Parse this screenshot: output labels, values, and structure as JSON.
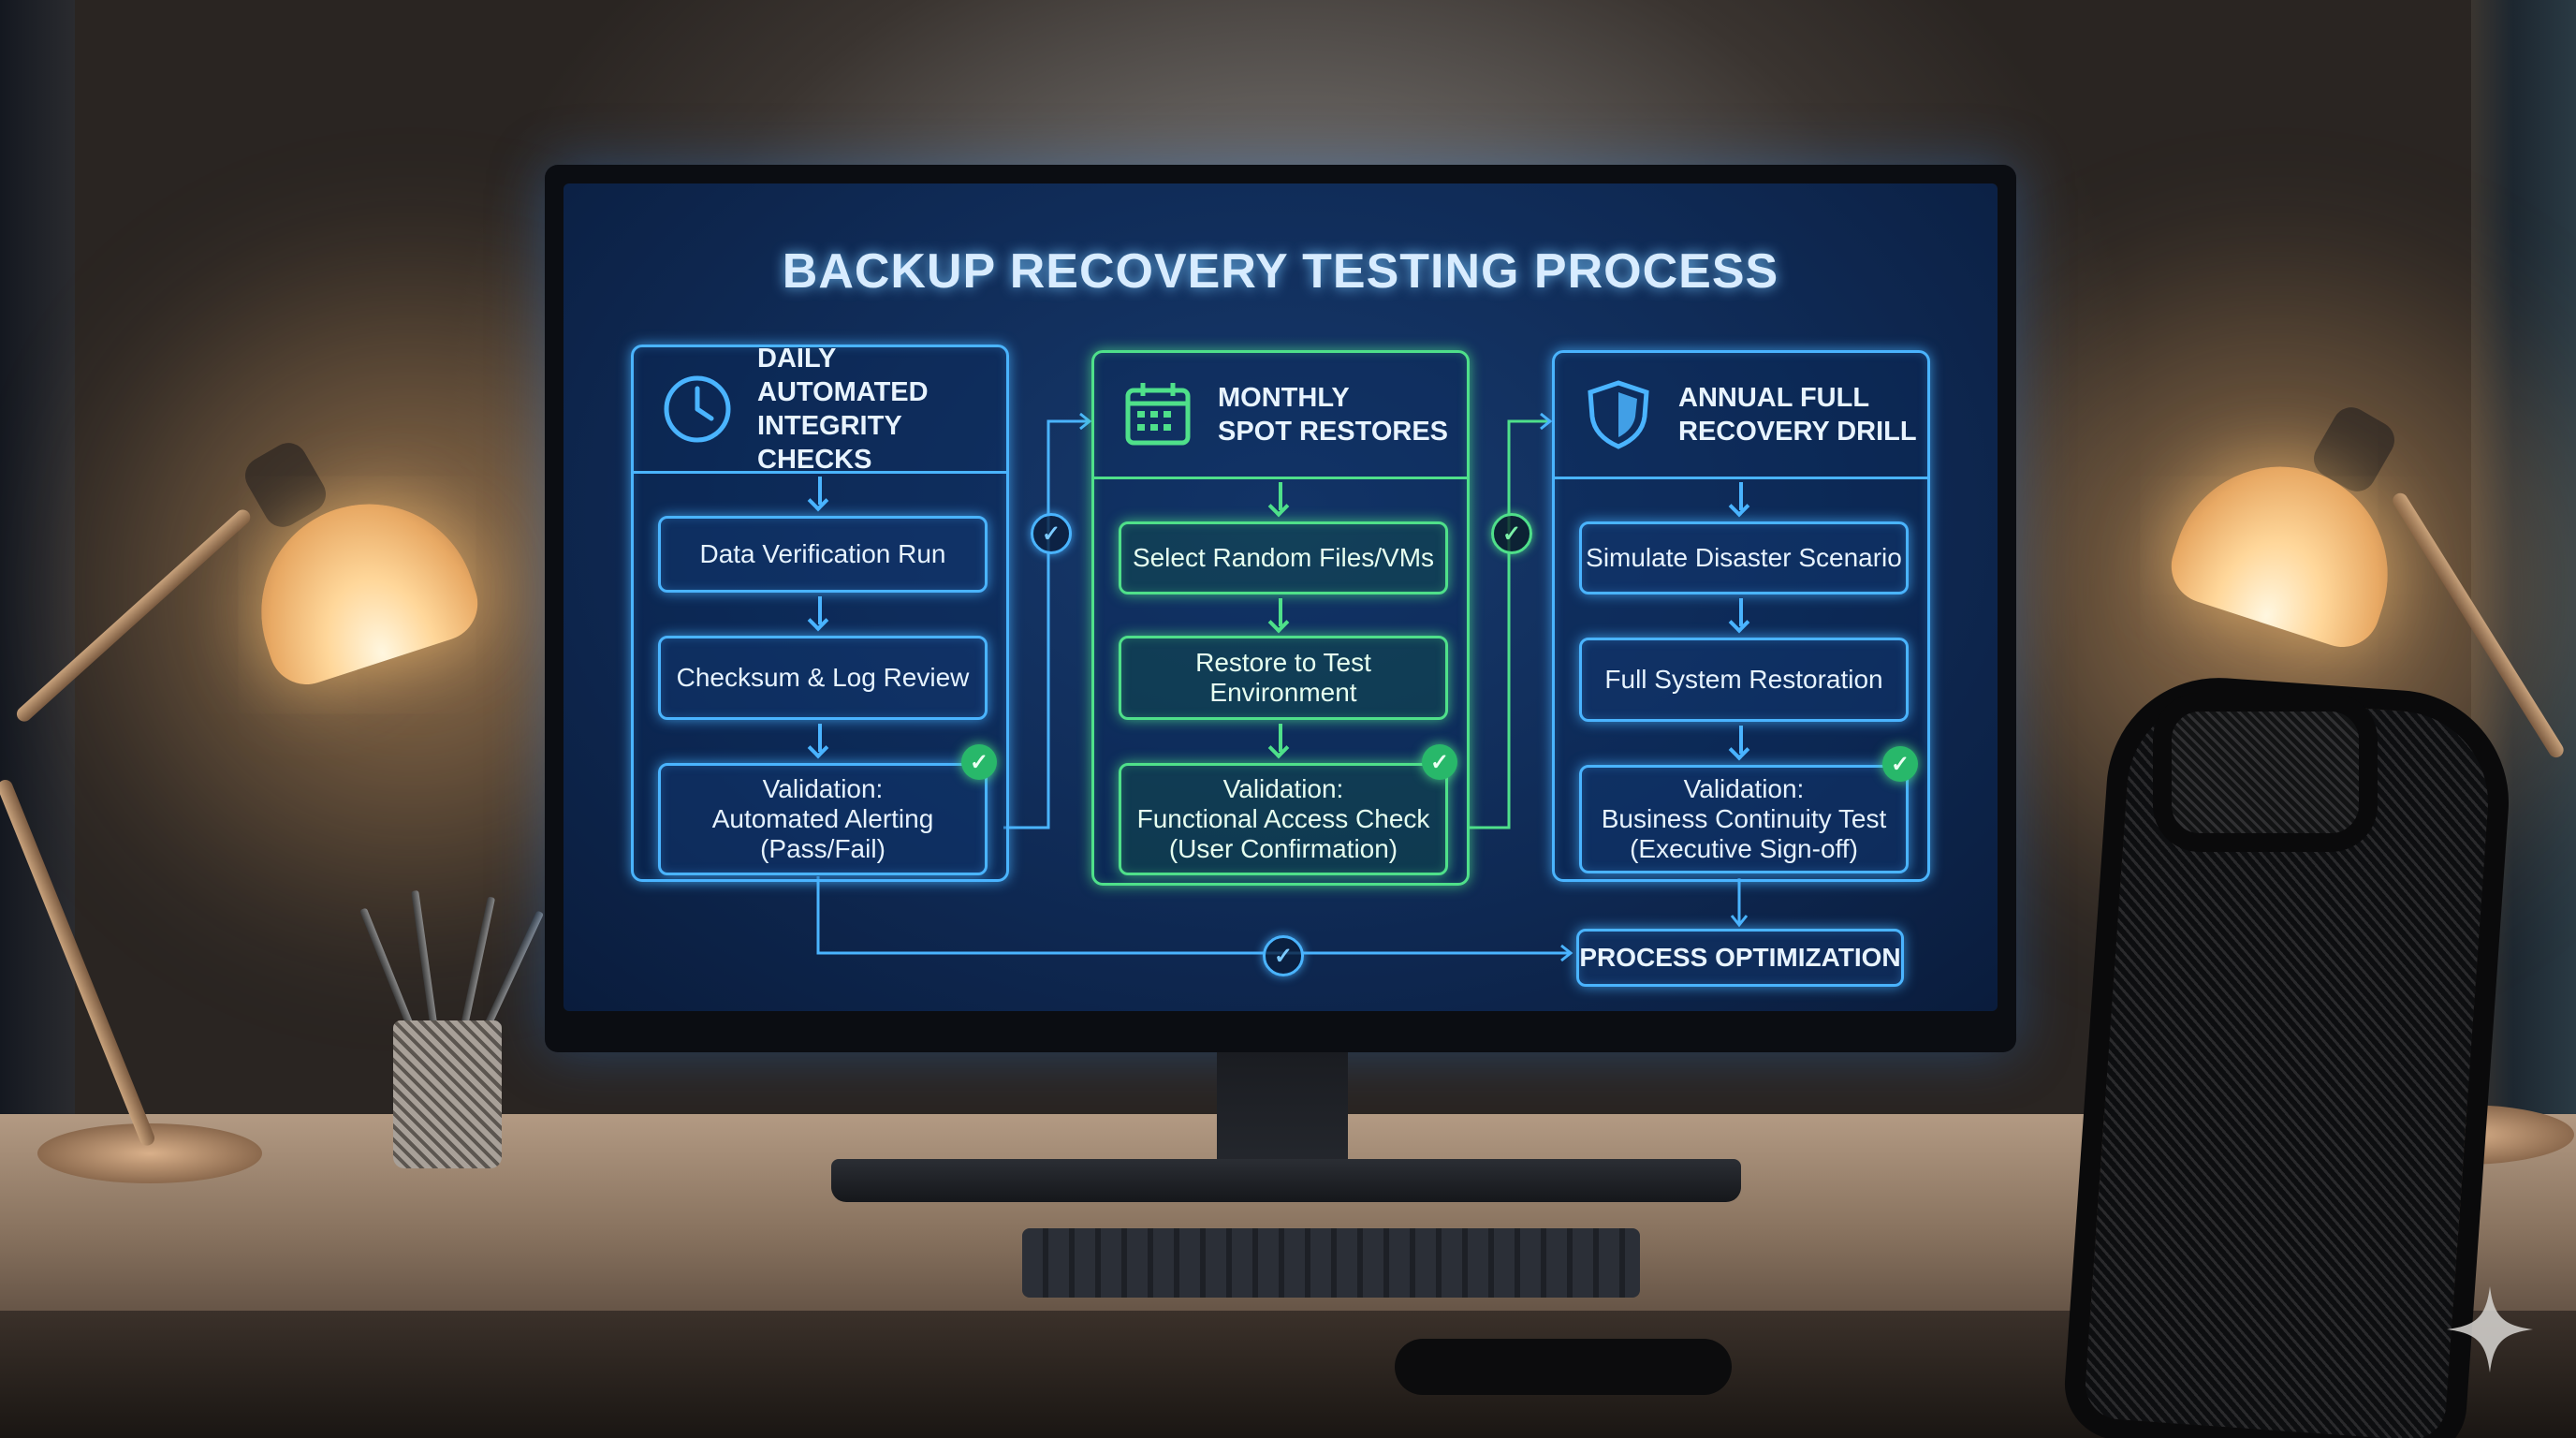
{
  "screen": {
    "title": "BACKUP RECOVERY TESTING PROCESS",
    "columns": [
      {
        "header": "DAILY AUTOMATED\nINTEGRITY CHECKS",
        "icon": "clock-icon",
        "accent": "#4ab4ff",
        "steps": [
          "Data Verification Run",
          "Checksum & Log Review",
          "Validation:\nAutomated Alerting\n(Pass/Fail)"
        ]
      },
      {
        "header": "MONTHLY\nSPOT RESTORES",
        "icon": "calendar-icon",
        "accent": "#4fe08a",
        "steps": [
          "Select Random Files/VMs",
          "Restore to Test\nEnvironment",
          "Validation:\nFunctional Access Check\n(User Confirmation)"
        ]
      },
      {
        "header": "ANNUAL FULL\nRECOVERY DRILL",
        "icon": "shield-icon",
        "accent": "#4ab4ff",
        "steps": [
          "Simulate Disaster Scenario",
          "Full System Restoration",
          "Validation:\nBusiness Continuity Test\n(Executive Sign-off)"
        ]
      }
    ],
    "final_step": "PROCESS OPTIMIZATION"
  },
  "colors": {
    "blue_glow": "#4ab4ff",
    "green_glow": "#4fe08a",
    "screen_bg": "#0f2a55"
  }
}
